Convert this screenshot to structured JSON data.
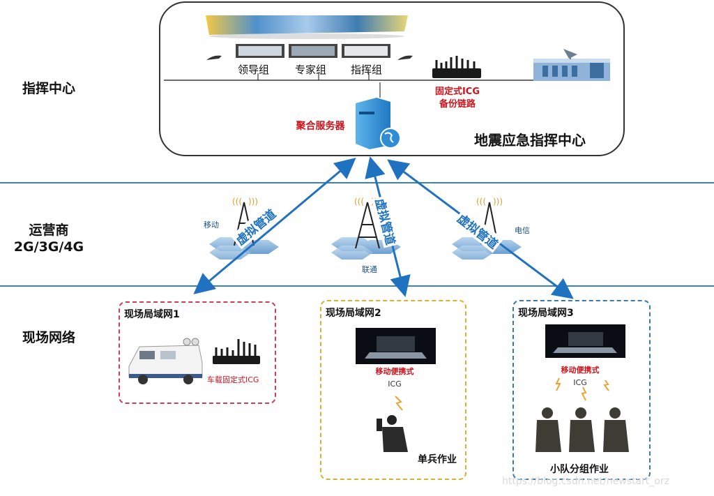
{
  "layers": {
    "command": "指挥中心",
    "operator_line1": "运营商",
    "operator_line2": "2G/3G/4G",
    "field": "现场网络"
  },
  "command_center": {
    "groups": [
      "领导组",
      "专家组",
      "指挥组"
    ],
    "backup_line1": "固定式ICG",
    "backup_line2": "备份链路",
    "server_label": "聚合服务器",
    "title": "地震应急指挥中心"
  },
  "operators": [
    {
      "name": "移动"
    },
    {
      "name": "联通"
    },
    {
      "name": "电信"
    }
  ],
  "pipe_label": "虚拟管道",
  "lans": [
    {
      "title": "现场局域网1",
      "device": "车载固定式ICG",
      "color": "#c8405a"
    },
    {
      "title": "现场局域网2",
      "device_line1": "移动便携式",
      "device_line2": "ICG",
      "caption": "单兵作业",
      "color": "#d4b232"
    },
    {
      "title": "现场局域网3",
      "device_line1": "移动便携式",
      "device_line2": "ICG",
      "caption": "小队分组作业",
      "color": "#3a78ae"
    }
  ],
  "colors": {
    "arrow": "#1f72c0",
    "layer_line": "#3b7fc4",
    "red_label": "#d0121b"
  },
  "watermark": "https://blog.csdn.net/newstart_orz"
}
